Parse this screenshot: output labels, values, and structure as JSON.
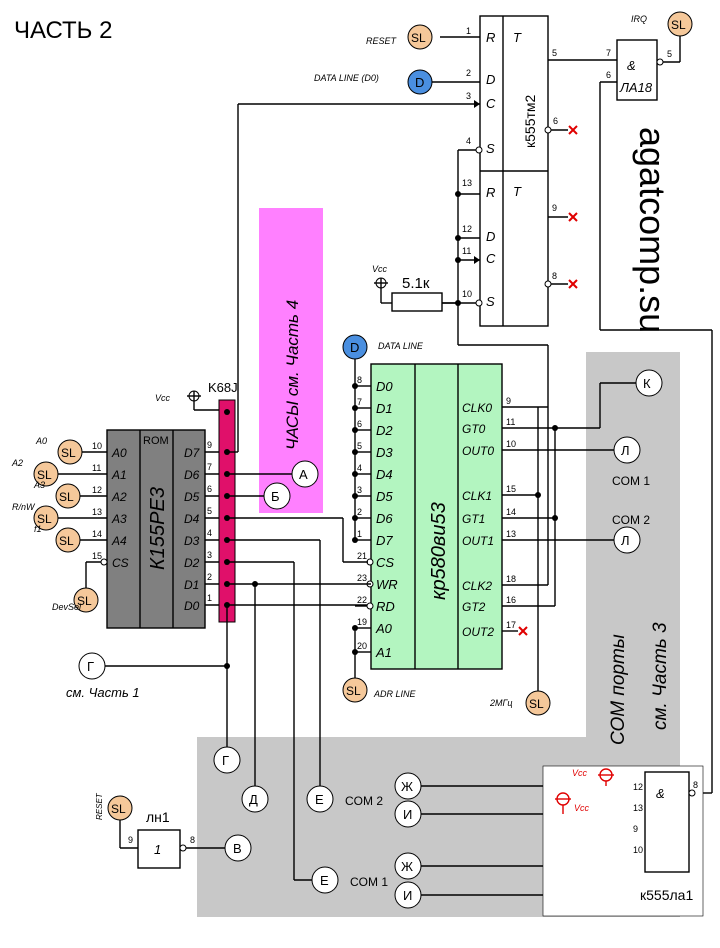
{
  "title": "ЧАСТЬ 2",
  "watermark": "agatcomp.su",
  "colors": {
    "sl": "#f5c89a",
    "d": "#4a8fe0",
    "bus": "#e0106a",
    "clock": "#ff80ff",
    "timer": "#b3f5c0",
    "rom": "#808080",
    "gray": "#c8c8c8",
    "red": "#e00000"
  },
  "flipflop": {
    "name": "к555тм2",
    "top": {
      "pins_left": [
        {
          "n": "1",
          "s": "R"
        },
        {
          "n": "2",
          "s": "D"
        },
        {
          "n": "3",
          "s": "C"
        },
        {
          "n": "4",
          "s": "S"
        }
      ],
      "t": "T",
      "out": "5",
      "outn": "6"
    },
    "bottom": {
      "pins_left": [
        {
          "n": "13",
          "s": "R"
        },
        {
          "n": "12",
          "s": "D"
        },
        {
          "n": "11",
          "s": "C"
        },
        {
          "n": "10",
          "s": "S"
        }
      ],
      "t": "T",
      "out": "9",
      "outn": "8"
    }
  },
  "nand18": {
    "name": "ЛА18",
    "sym": "&",
    "in1": "7",
    "in2": "6",
    "out": "5",
    "out_label": "IRQ",
    "out_tag": "SL"
  },
  "reset": {
    "label": "RESET",
    "tag": "SL"
  },
  "dataline_d0": {
    "label": "DATA LINE  (D0)",
    "tag": "D"
  },
  "resistor": {
    "value": "5.1к",
    "vcc": "Vcc"
  },
  "rom": {
    "name": "К155РЕ3",
    "header": "ROM",
    "inputs": [
      {
        "n": "10",
        "s": "A0",
        "tag": "SL",
        "name": "A0"
      },
      {
        "n": "11",
        "s": "A1",
        "tag": "SL",
        "name": "A2"
      },
      {
        "n": "12",
        "s": "A2",
        "tag": "SL",
        "name": "A3"
      },
      {
        "n": "13",
        "s": "A3",
        "tag": "SL",
        "name": "R/nW"
      },
      {
        "n": "14",
        "s": "A4",
        "tag": "SL",
        "name": "f1"
      },
      {
        "n": "15",
        "s": "CS",
        "tag": "SL",
        "name": "DevSel"
      }
    ],
    "outputs": [
      {
        "n": "9",
        "s": "D7"
      },
      {
        "n": "7",
        "s": "D6"
      },
      {
        "n": "6",
        "s": "D5"
      },
      {
        "n": "5",
        "s": "D4"
      },
      {
        "n": "4",
        "s": "D3"
      },
      {
        "n": "3",
        "s": "D2"
      },
      {
        "n": "2",
        "s": "D1"
      },
      {
        "n": "1",
        "s": "D0"
      }
    ]
  },
  "connector": {
    "name": "K68J",
    "vcc": "Vcc"
  },
  "clock_box": "ЧАСЫ см. Часть 4",
  "timer": {
    "name": "кр580ви53",
    "dataline": "DATA LINE",
    "dataline_tag": "D",
    "adrline": "ADR LINE",
    "adr_tag": "SL",
    "left": [
      {
        "n": "8",
        "s": "D0"
      },
      {
        "n": "7",
        "s": "D1"
      },
      {
        "n": "6",
        "s": "D2"
      },
      {
        "n": "5",
        "s": "D3"
      },
      {
        "n": "4",
        "s": "D4"
      },
      {
        "n": "3",
        "s": "D5"
      },
      {
        "n": "2",
        "s": "D6"
      },
      {
        "n": "1",
        "s": "D7"
      },
      {
        "n": "21",
        "s": "CS"
      },
      {
        "n": "23",
        "s": "WR"
      },
      {
        "n": "22",
        "s": "RD"
      },
      {
        "n": "19",
        "s": "A0"
      },
      {
        "n": "20",
        "s": "A1"
      }
    ],
    "right": [
      {
        "n": "9",
        "s": "CLK0"
      },
      {
        "n": "11",
        "s": "GT0"
      },
      {
        "n": "10",
        "s": "OUT0"
      },
      {
        "n": "15",
        "s": "CLK1"
      },
      {
        "n": "14",
        "s": "GT1"
      },
      {
        "n": "13",
        "s": "OUT1"
      },
      {
        "n": "18",
        "s": "CLK2"
      },
      {
        "n": "16",
        "s": "GT2"
      },
      {
        "n": "17",
        "s": "OUT2"
      }
    ],
    "clk_label": "2МГц",
    "clk_tag": "SL"
  },
  "nodes": {
    "a": "А",
    "b": "Б",
    "k": "К",
    "l": "Л",
    "g": "Г",
    "d": "Д",
    "e": "Е",
    "v": "В",
    "zh": "Ж",
    "i": "И"
  },
  "com": {
    "com1": "COM 1",
    "com2": "COM 2",
    "ports": "СОМ порты",
    "part3": "см. Часть 3",
    "part1": "см. Часть 1"
  },
  "inverter": {
    "name": "лн1",
    "sym": "1",
    "in": "9",
    "out": "8",
    "reset": "RESET",
    "tag": "SL"
  },
  "nand1": {
    "name": "к555ла1",
    "sym": "&",
    "inputs": [
      "12",
      "13",
      "9",
      "10"
    ],
    "out": "8",
    "vcc": "Vcc"
  }
}
